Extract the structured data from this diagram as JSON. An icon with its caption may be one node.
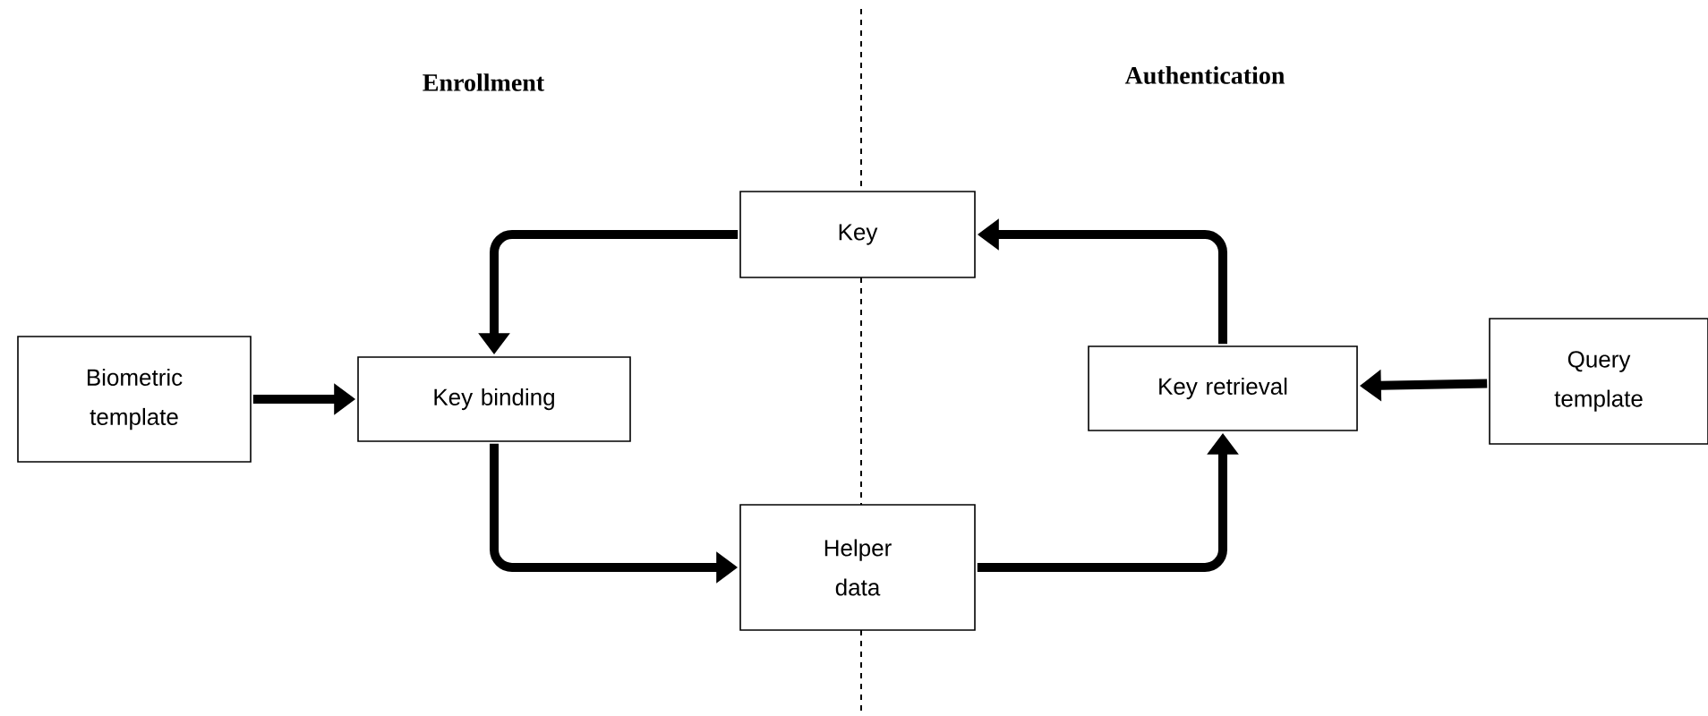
{
  "diagram": {
    "nodes": [
      {
        "text": [
          "Biometric template"
        ]
      },
      {
        "text": [
          "Key binding"
        ]
      },
      {
        "text": [
          "Key"
        ]
      },
      {
        "text": [
          "Helper data"
        ]
      },
      {
        "text": [
          "Key retrieval"
        ]
      },
      {
        "text": [
          "Query template"
        ]
      }
    ],
    "edges": [
      {
        "from": 0,
        "to": 1,
        "arrow": "to"
      },
      {
        "from": 2,
        "to": 1,
        "arrow": "to"
      },
      {
        "from": 1,
        "to": 3,
        "arrow": "to"
      },
      {
        "from": 3,
        "to": 4,
        "arrow": "to"
      },
      {
        "from": 4,
        "to": 2,
        "arrow": "to"
      },
      {
        "from": 5,
        "to": 4,
        "arrow": "to"
      }
    ],
    "labels": [
      "Enrollment",
      "Authentication"
    ]
  }
}
